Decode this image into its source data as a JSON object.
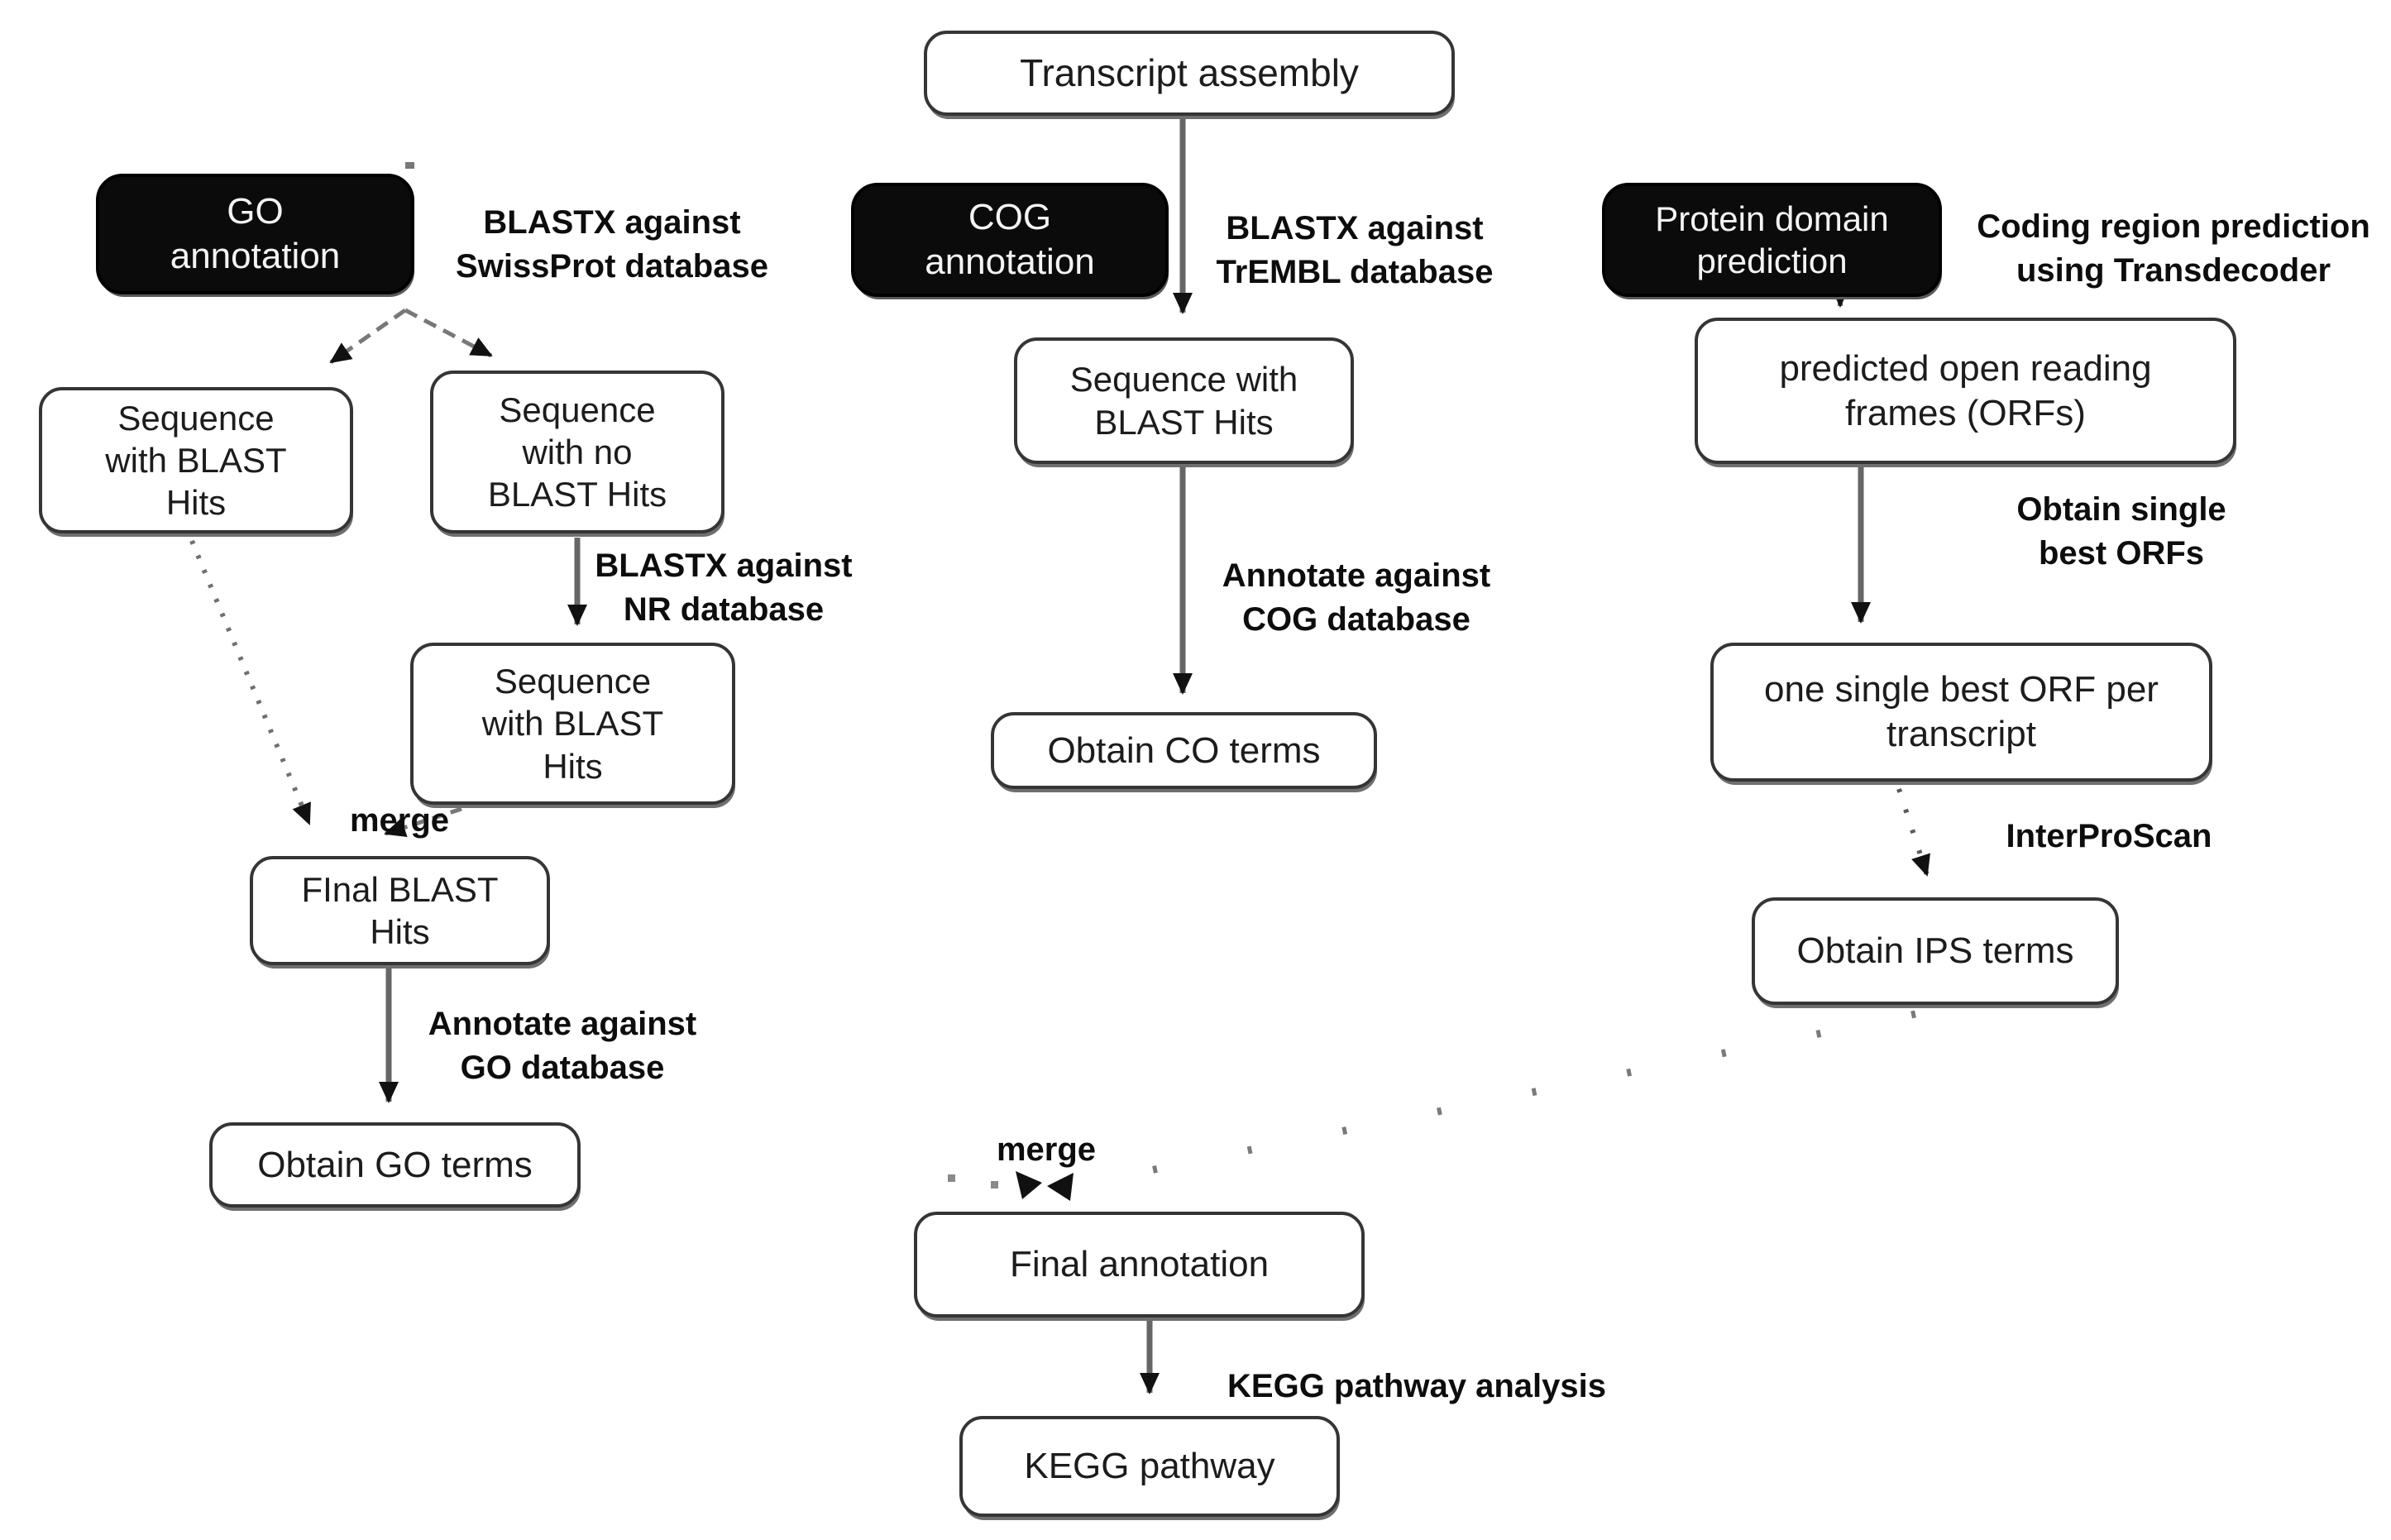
{
  "title": "Transcript annotation pipeline flowchart",
  "colors": {
    "background": "#ffffff",
    "box_border": "#353535",
    "dark_box_bg": "#0b0b0b",
    "dark_box_text": "#f4f4f4",
    "connector": "#666666",
    "arrowhead": "#111111",
    "text": "#1c1c1c"
  },
  "nodes": {
    "transcript_assembly": "Transcript assembly",
    "go_annotation": [
      "GO",
      "annotation"
    ],
    "seq_blast_hits_swissprot": [
      "Sequence",
      "with BLAST",
      "Hits"
    ],
    "seq_no_blast_hits": [
      "Sequence",
      "with no",
      "BLAST Hits"
    ],
    "seq_blast_hits_nr": [
      "Sequence",
      "with BLAST",
      "Hits"
    ],
    "final_blast_hits": [
      "FInal BLAST",
      "Hits"
    ],
    "obtain_go_terms": "Obtain GO terms",
    "cog_annotation": [
      "COG",
      "annotation"
    ],
    "seq_blast_hits_trembl": [
      "Sequence with",
      "BLAST Hits"
    ],
    "obtain_co_terms": "Obtain CO terms",
    "protein_domain_prediction": [
      "Protein domain",
      "prediction"
    ],
    "predicted_orfs": [
      "predicted open reading",
      "frames (ORFs)"
    ],
    "one_single_best_orf": [
      "one single best ORF per",
      "transcript"
    ],
    "obtain_ips_terms": "Obtain IPS terms",
    "final_annotation": "Final annotation",
    "kegg_pathway": "KEGG pathway"
  },
  "edge_labels": {
    "blastx_swissprot": [
      "BLASTX against",
      "SwissProt database"
    ],
    "blastx_trembl": [
      "BLASTX against",
      "TrEMBL database"
    ],
    "coding_region": [
      "Coding region prediction",
      "using Transdecoder"
    ],
    "blastx_nr": [
      "BLASTX against",
      "NR database"
    ],
    "merge_left": "merge",
    "annotate_go": [
      "Annotate against",
      "GO database"
    ],
    "annotate_cog": [
      "Annotate against",
      "COG database"
    ],
    "obtain_single_best": [
      "Obtain single",
      "best ORFs"
    ],
    "interproscan": "InterProScan",
    "merge_bottom": "merge",
    "kegg_analysis": "KEGG pathway analysis"
  }
}
